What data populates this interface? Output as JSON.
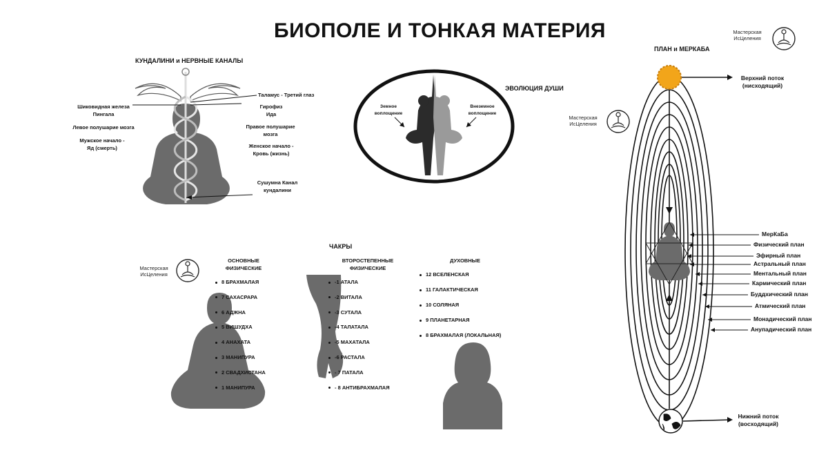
{
  "title": "БИОПОЛЕ И ТОНКАЯ МАТЕРИЯ",
  "brand": "Мастерская ИсЦеления",
  "kundalini": {
    "header": "КУНДАЛИНИ и НЕРВНЫЕ КАНАЛЫ",
    "left_labels": [
      "Шиковидная железа Пингала",
      "Левое полушарие мозга",
      "Мужское начало - Яд (смерть)"
    ],
    "right_labels": [
      "Таламус - Третий глаз",
      "Гирофиз Ида",
      "Правое полушарие мозга",
      "Женское начало - Кровь (жизнь)",
      "Сушумна Канал кундалини"
    ]
  },
  "evolution": {
    "header": "ЭВОЛЮЦИЯ ДУШИ",
    "left_label": "Земное воплощение",
    "right_label": "Внеземное воплощение"
  },
  "chakras": {
    "header": "ЧАКРЫ",
    "col1_header": "ОСНОВНЫЕ ФИЗИЧЕСКИЕ",
    "col2_header": "ВТОРОСТЕПЕННЫЕ ФИЗИЧЕСКИЕ",
    "col3_header": "ДУХОВНЫЕ",
    "col1": [
      "8 БРАХМАЛАЯ",
      "7 САХАСРАРА",
      "6 АДЖНА",
      "5 ВИШУДХА",
      "4 АНАХАТА",
      "3 МАНИПУРА",
      "2 СВАДХИСТАНА",
      "1 МАНИПУРА"
    ],
    "col2": [
      "-1 АТАЛА",
      "-2 ВИТАЛА",
      "-3 СУТАЛА",
      "-4 ТАЛАТАЛА",
      "-5 МАХАТАЛА",
      "-6 РАСТАЛА",
      "- 7 ПАТАЛА",
      "- 8 АНТИБРАХМАЛАЯ"
    ],
    "col3": [
      "12 ВСЕЛЕНСКАЯ",
      "11 ГАЛАКТИЧЕСКАЯ",
      "10 СОЛЯНАЯ",
      "9 ПЛАНЕТАРНАЯ",
      "8 БРАХМАЛАЯ (ЛОКАЛЬНАЯ)"
    ]
  },
  "merkaba": {
    "header": "ПЛАН и МЕРКАБА",
    "upper_flow": "Верхний поток (нисходящий)",
    "lower_flow": "Нижний поток (восходящий)",
    "planes": [
      "МерКаБа",
      "Физический план",
      "Эфирный план",
      "Астральный план",
      "Ментальный план",
      "Кармический план",
      "Буддхический план",
      "Атмический план",
      "Монадический план",
      "Анупадический план"
    ]
  },
  "colors": {
    "silhouette": "#6b6b6b",
    "text": "#111111",
    "sun": "#f2a51a"
  }
}
